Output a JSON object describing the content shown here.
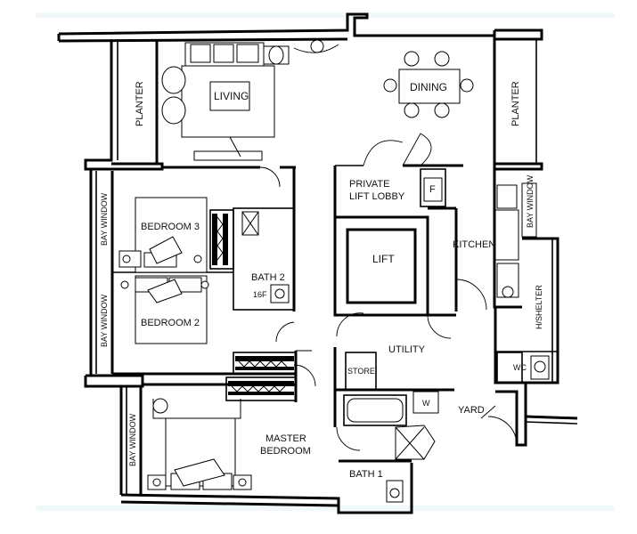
{
  "rooms": {
    "living": "LIVING",
    "dining": "DINING",
    "planter_left": "PLANTER",
    "planter_right": "PLANTER",
    "private_lift_lobby_line1": "PRIVATE",
    "private_lift_lobby_line2": "LIFT LOBBY",
    "lift": "LIFT",
    "kitchen": "KITCHEN",
    "bedroom3": "BEDROOM 3",
    "bedroom2": "BEDROOM 2",
    "bath2": "BATH 2",
    "utility": "UTILITY",
    "store": "STORE",
    "yard": "YARD",
    "master_line1": "MASTER",
    "master_line2": "BEDROOM",
    "bath1": "BATH 1",
    "wc": "WC",
    "bay_window_1": "BAY WINDOW",
    "bay_window_2": "BAY WINDOW",
    "bay_window_3": "BAY WINDOW",
    "bay_window_4": "BAY WINDOW",
    "household_shelter": "H/SHELTER"
  },
  "fixtures": {
    "fridge_mark": "F",
    "washer_mark": "W",
    "bath2_sub": "16F"
  }
}
